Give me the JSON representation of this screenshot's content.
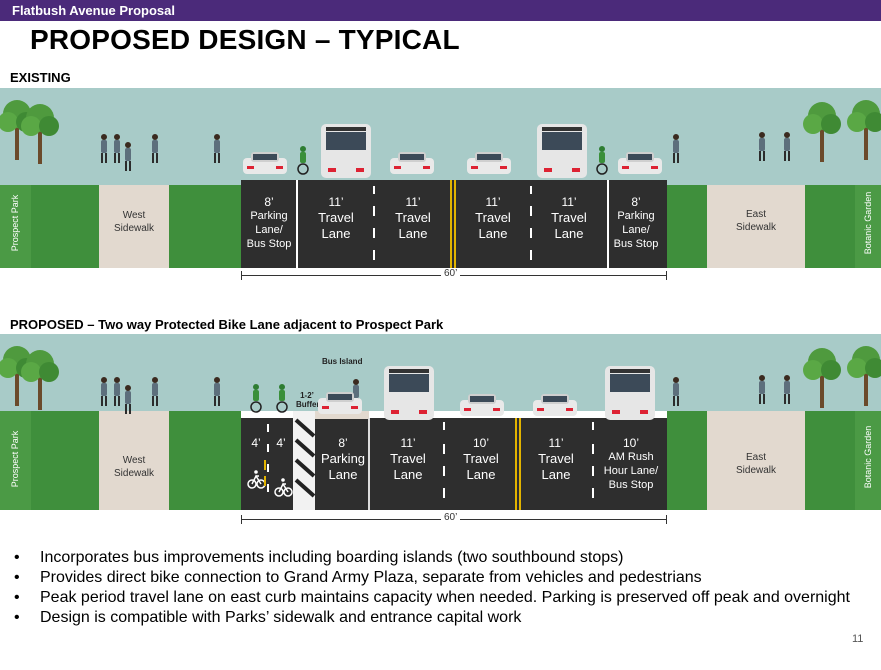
{
  "header": {
    "bar_title": "Flatbush Avenue Proposal",
    "slide_title": "PROPOSED DESIGN – TYPICAL"
  },
  "existing": {
    "label": "EXISTING",
    "left_vert": "Prospect Park",
    "right_vert": "Botanic Garden",
    "west_sidewalk": [
      "West",
      "Sidewalk"
    ],
    "east_sidewalk": [
      "East",
      "Sidewalk"
    ],
    "lanes": [
      {
        "width": "8’",
        "name": [
          "Parking",
          "Lane/",
          "Bus Stop"
        ]
      },
      {
        "width": "11’",
        "name": [
          "Travel",
          "Lane"
        ]
      },
      {
        "width": "11’",
        "name": [
          "Travel",
          "Lane"
        ]
      },
      {
        "width": "11’",
        "name": [
          "Travel",
          "Lane"
        ]
      },
      {
        "width": "11’",
        "name": [
          "Travel",
          "Lane"
        ]
      },
      {
        "width": "8’",
        "name": [
          "Parking",
          "Lane/",
          "Bus Stop"
        ]
      }
    ],
    "total_width": "60’"
  },
  "proposed": {
    "label": "PROPOSED – Two way Protected Bike Lane adjacent to Prospect Park",
    "left_vert": "Prospect Park",
    "right_vert": "Botanic Garden",
    "west_sidewalk": [
      "West",
      "Sidewalk"
    ],
    "east_sidewalk": [
      "East",
      "Sidewalk"
    ],
    "bus_island_label": "Bus Island",
    "buffer_label": [
      "1-2’",
      "Buffer"
    ],
    "bike_lanes": [
      "4’",
      "4’"
    ],
    "lanes": [
      {
        "width": "8’",
        "name": [
          "Parking",
          "Lane"
        ]
      },
      {
        "width": "11’",
        "name": [
          "Travel",
          "Lane"
        ]
      },
      {
        "width": "10’",
        "name": [
          "Travel",
          "Lane"
        ]
      },
      {
        "width": "11’",
        "name": [
          "Travel",
          "Lane"
        ]
      },
      {
        "width": "10’",
        "name": [
          "AM Rush",
          "Hour Lane/",
          "Bus Stop"
        ]
      }
    ],
    "total_width": "60’"
  },
  "bullets": [
    "Incorporates bus improvements including boarding islands (two southbound stops)",
    "Provides direct bike connection to Grand Army Plaza, separate from vehicles and pedestrians",
    "Peak period travel lane on east curb maintains capacity when needed. Parking is preserved off peak and overnight",
    "Design is compatible with Parks’ sidewalk and entrance capital work"
  ],
  "page_number": "11",
  "colors": {
    "header_bar": "#4b2a7a",
    "sky": "#a8cbc8",
    "grass": "#3f8f3c",
    "road": "#2e2e2e",
    "sidewalk": "#e2d9cf",
    "center_line": "#e2b400"
  }
}
